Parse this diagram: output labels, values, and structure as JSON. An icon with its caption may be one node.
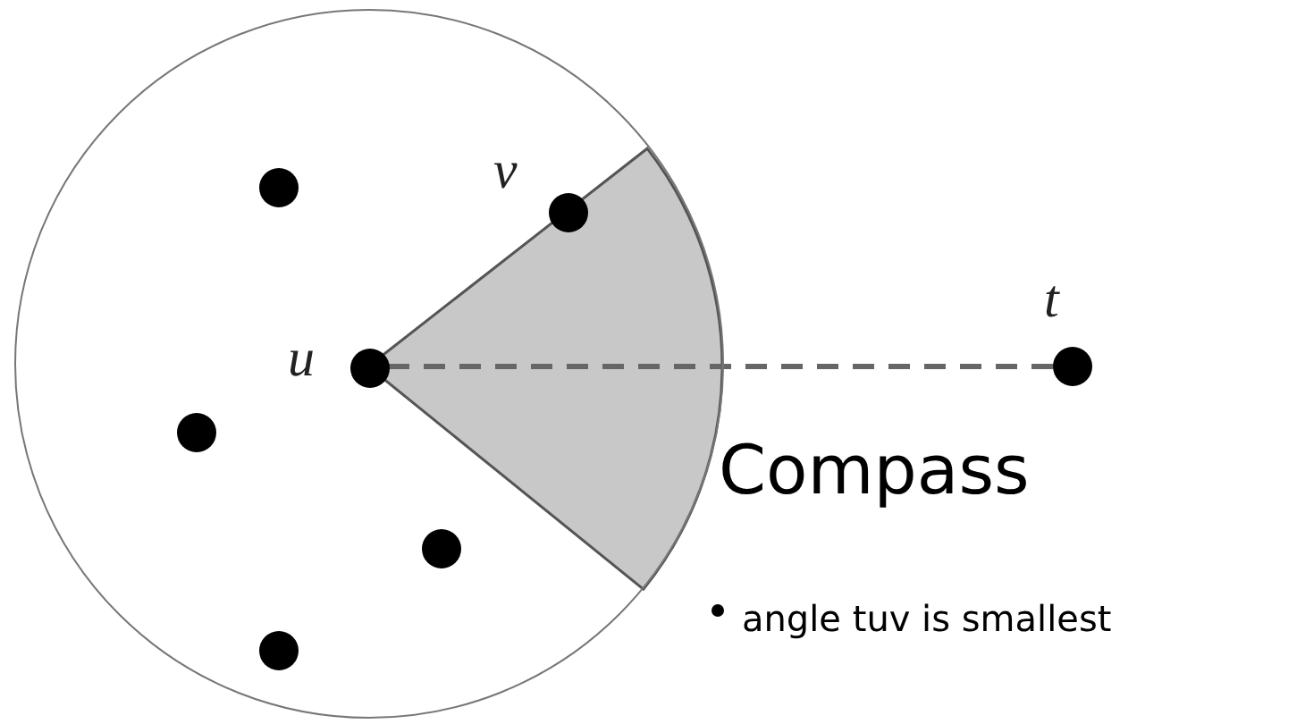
{
  "diagram": {
    "title": "Compass",
    "nodes": [
      {
        "text": [],
        "shape": "circle"
      },
      {
        "text": [],
        "shape": "circle",
        "in": 0
      },
      {
        "text": [
          "v"
        ],
        "in": 0
      },
      {
        "text": [
          "u"
        ],
        "in": 0
      },
      {
        "text": [
          "t"
        ]
      },
      {
        "text": [],
        "shape": "circle",
        "in": 0
      },
      {
        "text": [],
        "shape": "circle",
        "in": 0
      },
      {
        "text": [],
        "shape": "circle",
        "in": 0
      }
    ],
    "edges": [
      {
        "from": 3,
        "to": 4,
        "arrow": "none",
        "style": "dashed"
      }
    ],
    "labels": [
      "angle tuv is smallest"
    ]
  }
}
